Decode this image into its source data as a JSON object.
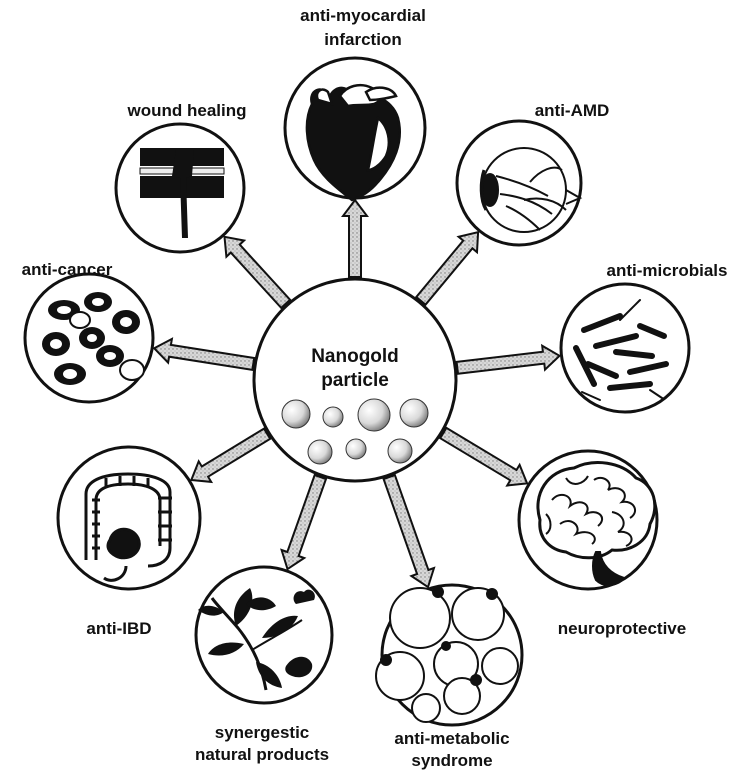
{
  "center": {
    "line1": "Nanogold",
    "line2": "particle"
  },
  "nodes": {
    "myocardial": {
      "line1": "anti-myocardial",
      "line2": "infarction",
      "icon": "heart-icon"
    },
    "amd": {
      "line1": "anti-AMD",
      "icon": "eye-icon"
    },
    "microbials": {
      "line1": "anti-microbials",
      "icon": "bacteria-icon"
    },
    "neuro": {
      "line1": "neuroprotective",
      "icon": "brain-icon"
    },
    "metabolic": {
      "line1": "anti-metabolic",
      "line2": "syndrome",
      "icon": "fat-cells-icon"
    },
    "natural": {
      "line1": "synergestic",
      "line2": "natural products",
      "icon": "plant-icon"
    },
    "ibd": {
      "line1": "anti-IBD",
      "icon": "intestine-icon"
    },
    "cancer": {
      "line1": "anti-cancer",
      "icon": "cancer-cells-icon"
    },
    "wound": {
      "line1": "wound healing",
      "icon": "skin-wound-icon"
    }
  },
  "colors": {
    "ink": "#111111",
    "arrow_fill": "#cfcfcf",
    "sphere_fill": "#e8e8e8"
  }
}
